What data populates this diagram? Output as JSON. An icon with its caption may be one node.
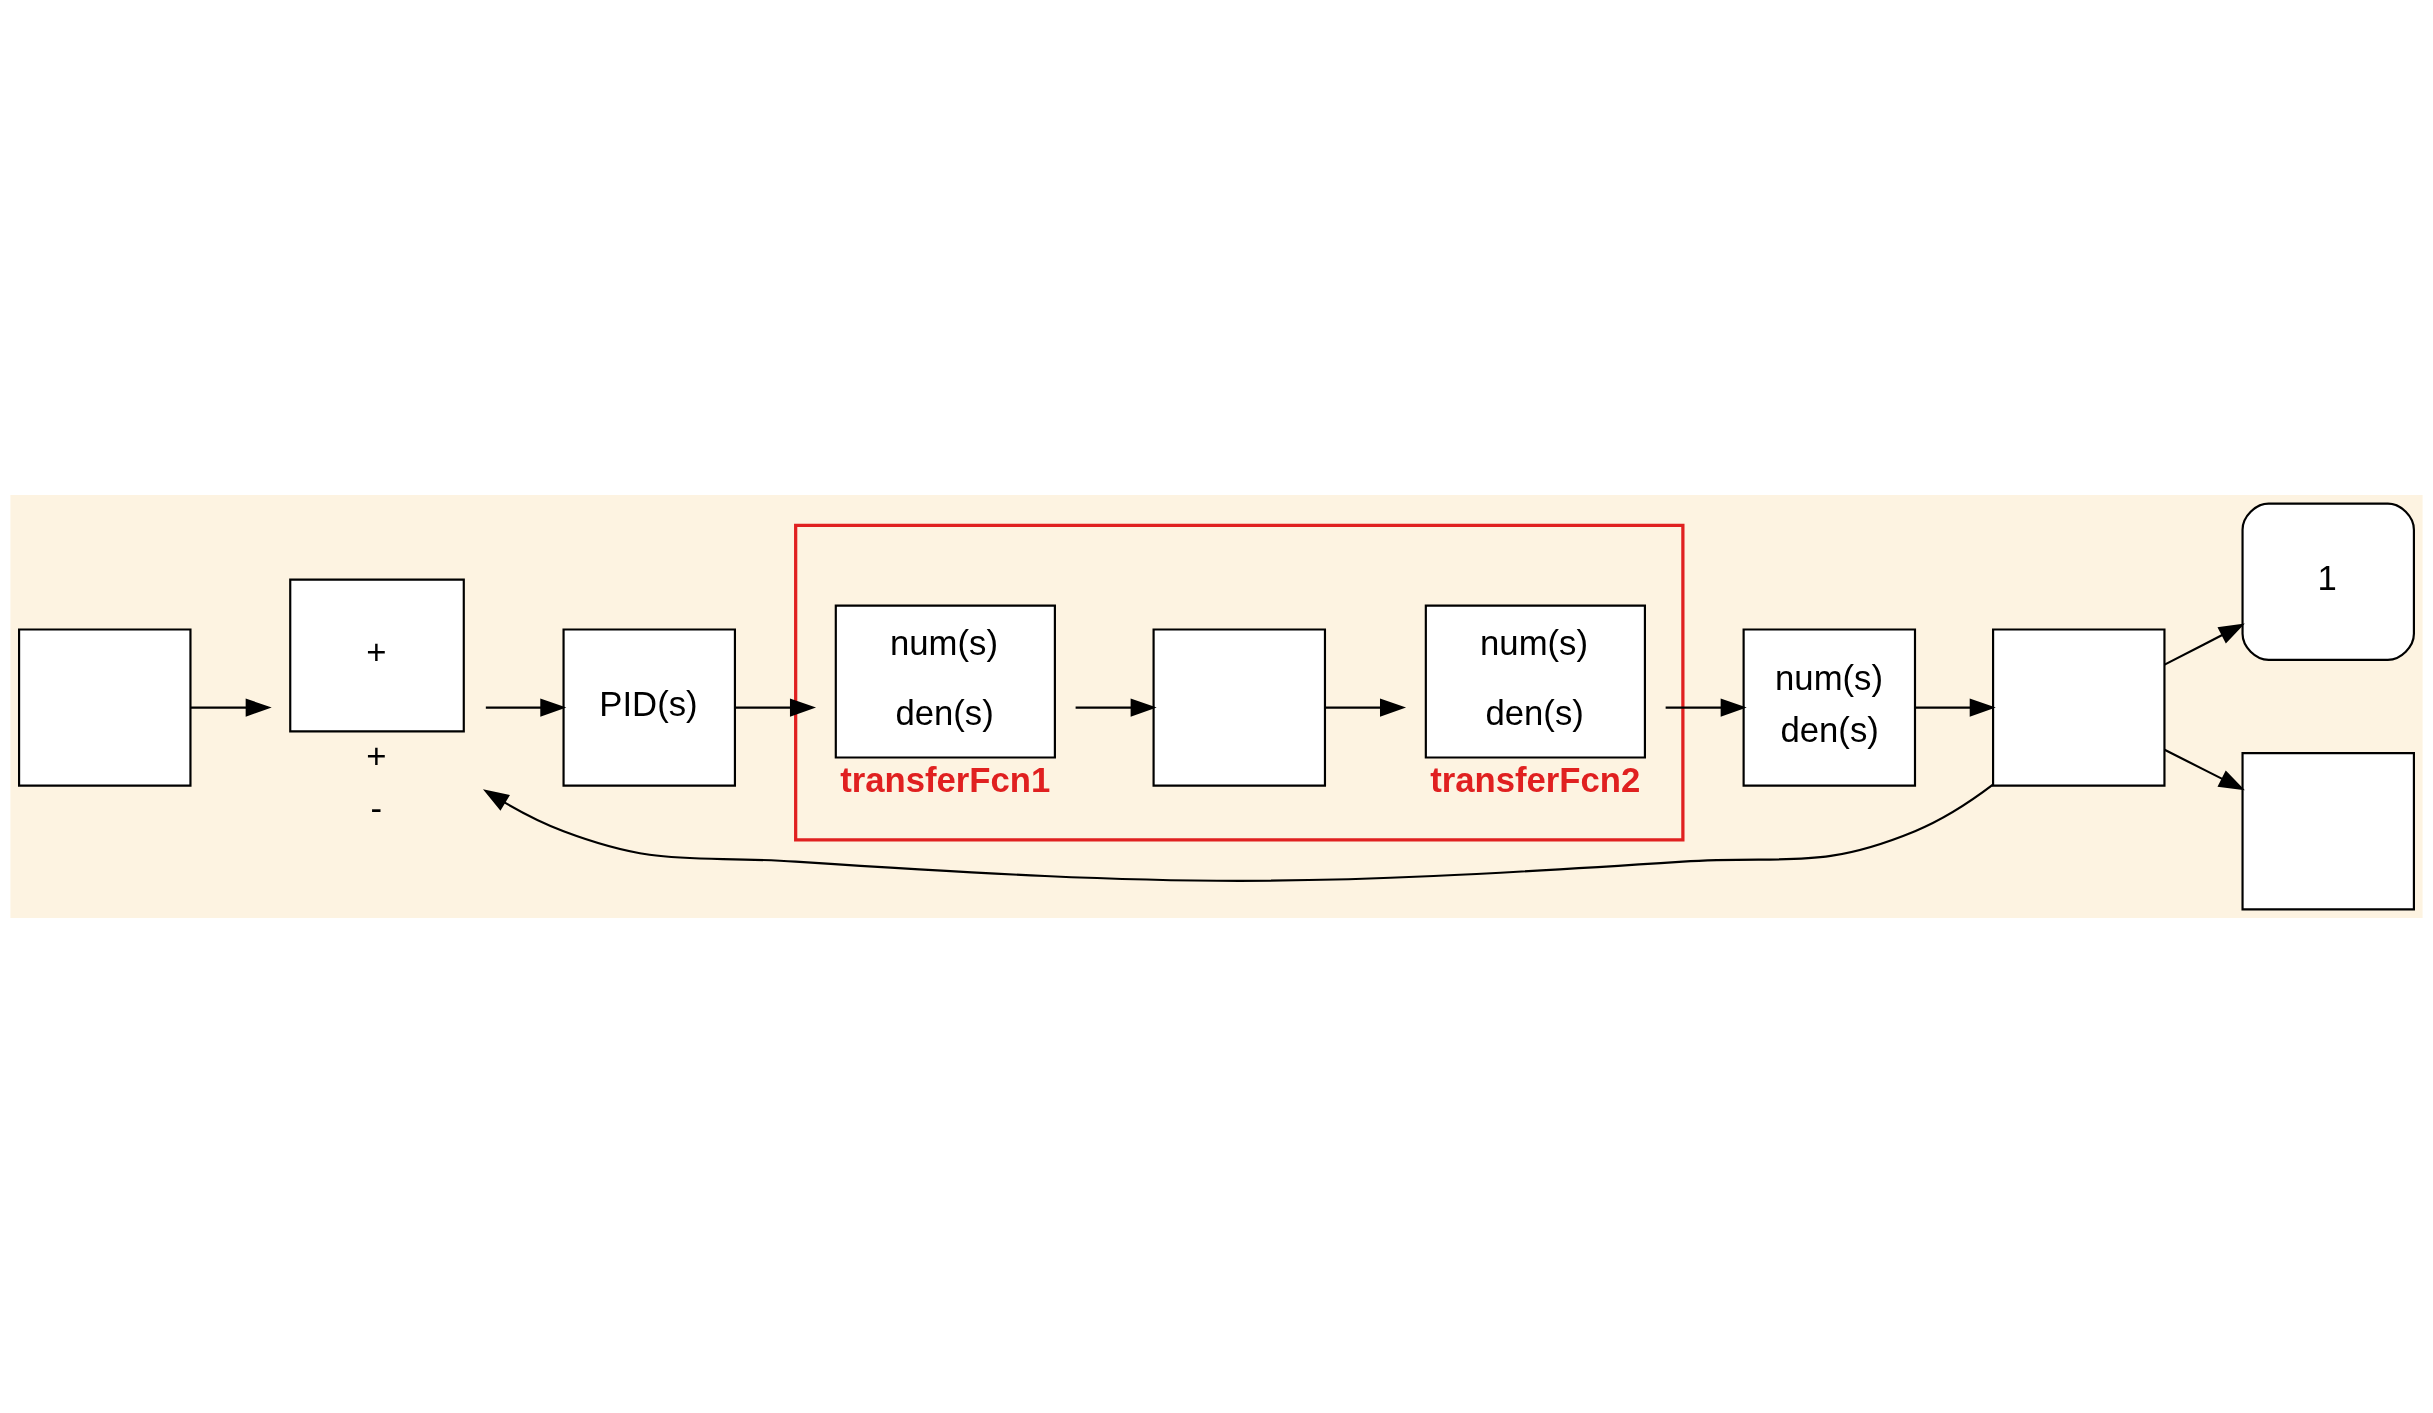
{
  "diagram": {
    "nodes": [
      {
        "text": [],
        "shape": "box"
      },
      {
        "text": [
          "+"
        ],
        "beside": [
          "+",
          "-"
        ]
      },
      {
        "text": [
          "PID(s)"
        ]
      },
      {
        "text": [],
        "shape": "box"
      },
      {
        "text": [
          "num(s)",
          "den(s)"
        ],
        "beside": [
          "transferFcn1"
        ],
        "in": 3
      },
      {
        "text": [],
        "shape": "box",
        "in": 3
      },
      {
        "text": [
          "num(s)",
          "den(s)"
        ],
        "beside": [
          "transferFcn2"
        ],
        "in": 3
      },
      {
        "text": [
          "num(s)",
          "den(s)"
        ]
      },
      {
        "text": [],
        "shape": "box"
      },
      {
        "text": [
          "1"
        ]
      },
      {
        "text": [],
        "shape": "box"
      }
    ],
    "edges": [
      {
        "from": 0,
        "to": 1,
        "arrow": "to"
      },
      {
        "from": 1,
        "to": 2,
        "arrow": "to"
      },
      {
        "from": 2,
        "to": 4,
        "arrow": "to"
      },
      {
        "from": 4,
        "to": 5,
        "arrow": "to"
      },
      {
        "from": 5,
        "to": 6,
        "arrow": "to"
      },
      {
        "from": 6,
        "to": 7,
        "arrow": "to"
      },
      {
        "from": 7,
        "to": 8,
        "arrow": "to"
      },
      {
        "from": 8,
        "to": 9,
        "arrow": "to"
      },
      {
        "from": 8,
        "to": 10,
        "arrow": "to"
      },
      {
        "from": 8,
        "to": 1,
        "arrow": "to"
      }
    ]
  }
}
